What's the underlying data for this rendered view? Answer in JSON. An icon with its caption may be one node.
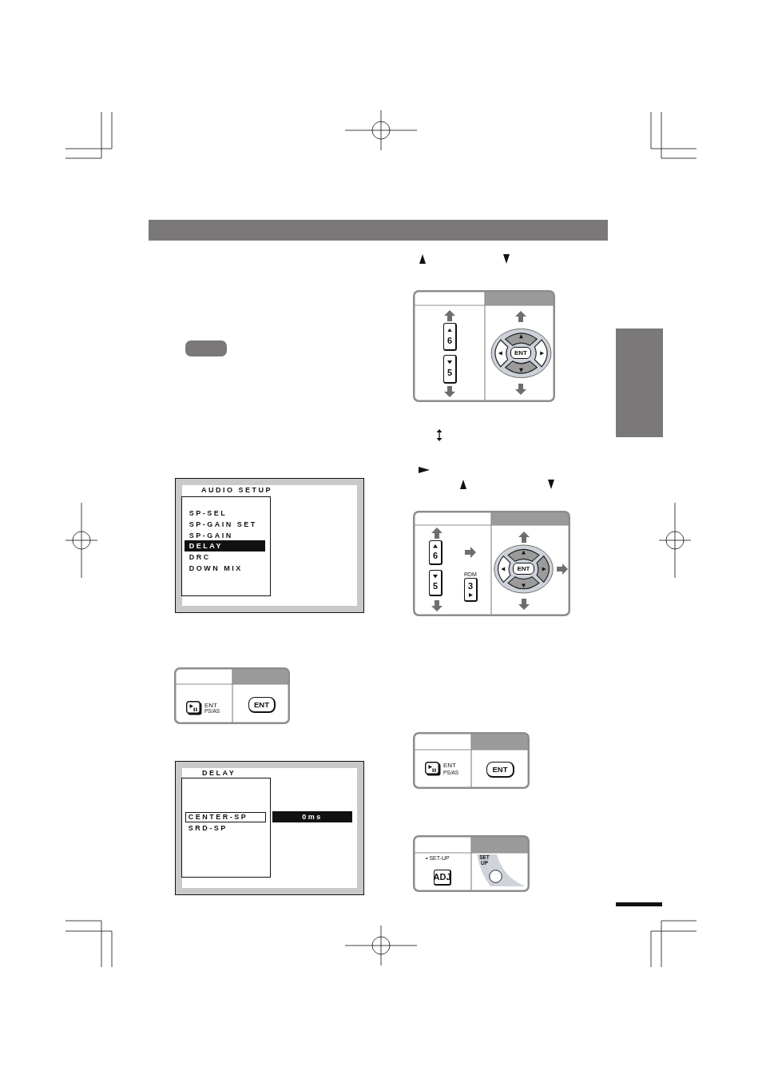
{
  "diagram": {
    "nodes": [
      {
        "text": [
          "AUDIO SETUP"
        ]
      },
      {
        "text": [
          "SP-SEL",
          "SP-GAIN SET",
          "SP-GAIN",
          "DRC",
          "DOWN MIX"
        ],
        "in": 0
      },
      {
        "text": [
          "DELAY"
        ],
        "in": 1
      },
      {
        "text": [
          "ENT"
        ]
      },
      {
        "text": [
          "DELAY"
        ]
      },
      {
        "text": [
          "SRD-SP"
        ],
        "in": 4
      },
      {
        "text": [
          "CENTER-SP"
        ],
        "in": 5
      },
      {
        "text": [
          "0ms"
        ],
        "in": 4
      },
      {
        "text": [
          "6"
        ]
      },
      {
        "text": [
          "5"
        ]
      },
      {
        "text": [
          "ENT"
        ]
      },
      {
        "text": [
          "6"
        ]
      },
      {
        "text": [
          "5"
        ]
      },
      {
        "text": [
          "3"
        ],
        "beside": [
          "RDM"
        ]
      },
      {
        "text": [
          "ENT"
        ]
      },
      {
        "text": [
          "ENT"
        ]
      },
      {
        "text": [
          "ADJ"
        ],
        "beside": [
          "• SET-UP"
        ]
      },
      {
        "text": [
          "SET UP"
        ]
      },
      {
        "text": [],
        "shape": "box"
      }
    ],
    "labels": [
      "ENT",
      "PS/AS",
      "ENT",
      "PS/AS"
    ]
  }
}
